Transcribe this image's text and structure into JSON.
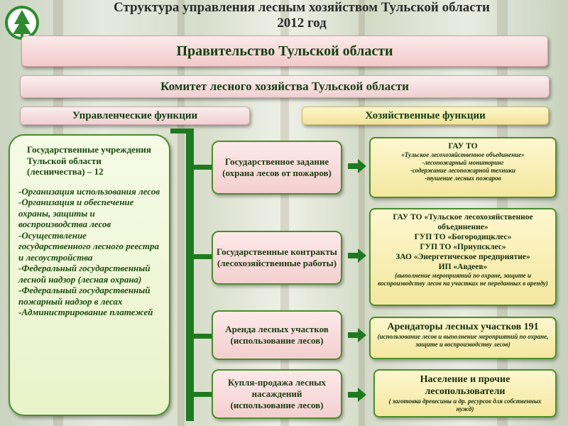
{
  "title": {
    "line1": "Структура управления лесным хозяйством Тульской области",
    "line2": "2012 год"
  },
  "government": "Правительство Тульской области",
  "committee": "Комитет лесного хозяйства Тульской области",
  "functions": {
    "management": "Управленческие функции",
    "economic": "Хозяйственные функции"
  },
  "left_panel": {
    "heading": "Государственные учреждения Тульской области (лесничества) – 12",
    "items": [
      "-Организация использования лесов",
      "-Организация и обеспечение охраны, защиты и воспроизводства лесов",
      "-Осуществление государственного лесного реестра и лесоустройства",
      "-Федеральный государственный лесной надзор (лесная охрана)",
      "-Федеральный государственный пожарный надзор в лесах",
      "-Администрирование платежей"
    ]
  },
  "middle": [
    {
      "line1": "Государственное задание",
      "line2": "(охрана лесов от пожаров)"
    },
    {
      "line1": "Государственные контракты",
      "line2": "(лесохозяйственные работы)"
    },
    {
      "line1": "Аренда лесных участков",
      "line2": "(использование лесов)"
    },
    {
      "line1": "Купля-продажа лесных насаждений",
      "line2": "(использование лесов)"
    }
  ],
  "right": [
    {
      "head": "ГАУ ТО",
      "lines": [
        "«Тульское лесохозяйственное объединение»",
        "-лесопожарный мониторинг",
        "-содержание лесопожарной техники",
        "-тушение лесных пожаров"
      ]
    },
    {
      "lines": [
        "ГАУ ТО «Тульское лесохозяйственное объединение»",
        "ГУП ТО «Богородицклес»",
        "ГУП ТО «Приупсклес»",
        "ЗАО «Энергетическое предприятие»",
        "ИП «Авдеев»"
      ],
      "note": "(выполнение мероприятий по охране, защите и воспроизводству лесов на участках не переданных в аренду)"
    },
    {
      "head": "Арендаторы лесных участков 191",
      "note": "(использование лесов и выполнение мероприятий по охране, защите и воспроизводству лесов)"
    },
    {
      "head": "Население и прочие лесопользователи",
      "note": "( заготовка древесины и др. ресурсов для собственных нужд)"
    }
  ],
  "colors": {
    "accent_green": "#1e7a1e",
    "pink_box": "#f4cfcf",
    "yellow_box": "#f4e79e"
  }
}
